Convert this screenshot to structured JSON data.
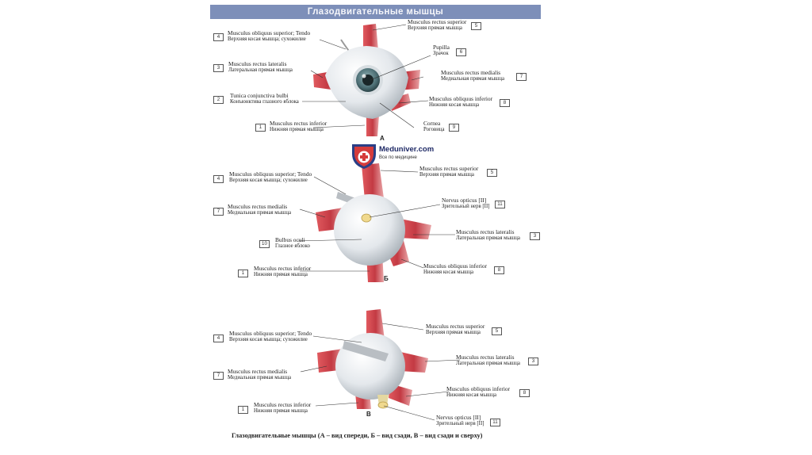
{
  "header": {
    "title": "Глазодвигательные мышцы"
  },
  "logo": {
    "name": "Meduniver.com",
    "tagline": "Все по медицине"
  },
  "caption": "Глазодвигательные мышцы (А – вид спереди, Б – вид сзади, В – вид сзади и сверху)",
  "views": [
    {
      "letter": "А",
      "labels": [
        {
          "num": "5",
          "lat": "Musculus rectus superior",
          "rus": "Верхняя прямая мышца"
        },
        {
          "num": "4",
          "lat": "Musculus obliquus superior; Tendo",
          "rus": "Верхняя косая мышца; сухожилие"
        },
        {
          "num": "6",
          "lat": "Pupilla",
          "rus": "Зрачок"
        },
        {
          "num": "3",
          "lat": "Musculus rectus lateralis",
          "rus": "Латеральная прямая мышца"
        },
        {
          "num": "7",
          "lat": "Musculus rectus medialis",
          "rus": "Медиальная прямая мышца"
        },
        {
          "num": "2",
          "lat": "Tunica conjunctiva bulbi",
          "rus": "Конъюнктива глазного яблока"
        },
        {
          "num": "8",
          "lat": "Musculus obliquus inferior",
          "rus": "Нижняя косая мышца"
        },
        {
          "num": "9",
          "lat": "Cornea",
          "rus": "Роговица"
        },
        {
          "num": "1",
          "lat": "Musculus rectus inferior",
          "rus": "Нижняя прямая мышца"
        }
      ]
    },
    {
      "letter": "Б",
      "labels": [
        {
          "num": "4",
          "lat": "Musculus obliquus superior; Tendo",
          "rus": "Верхняя косая мышца; сухожилие"
        },
        {
          "num": "5",
          "lat": "Musculus rectus superior",
          "rus": "Верхняя прямая мышца"
        },
        {
          "num": "11",
          "lat": "Nervus opticus [II]",
          "rus": "Зрительный нерв [II]"
        },
        {
          "num": "7",
          "lat": "Musculus rectus medialis",
          "rus": "Медиальная прямая мышца"
        },
        {
          "num": "3",
          "lat": "Musculus rectus lateralis",
          "rus": "Латеральная прямая мышца"
        },
        {
          "num": "10",
          "lat": "Bulbus oculi",
          "rus": "Глазное яблоко"
        },
        {
          "num": "8",
          "lat": "Musculus obliquus inferior",
          "rus": "Нижняя косая мышца"
        },
        {
          "num": "1",
          "lat": "Musculus rectus inferior",
          "rus": "Нижняя прямая мышца"
        }
      ]
    },
    {
      "letter": "В",
      "labels": [
        {
          "num": "5",
          "lat": "Musculus rectus superior",
          "rus": "Верхняя прямая мышца"
        },
        {
          "num": "4",
          "lat": "Musculus obliquus superior; Tendo",
          "rus": "Верхняя косая мышца; сухожилие"
        },
        {
          "num": "3",
          "lat": "Musculus rectus lateralis",
          "rus": "Латеральная прямая мышца"
        },
        {
          "num": "7",
          "lat": "Musculus rectus medialis",
          "rus": "Медиальная прямая мышца"
        },
        {
          "num": "8",
          "lat": "Musculus obliquus inferior",
          "rus": "Нижняя косая мышца"
        },
        {
          "num": "1",
          "lat": "Musculus rectus inferior",
          "rus": "Нижняя прямая мышца"
        },
        {
          "num": "11",
          "lat": "Nervus opticus [II]",
          "rus": "Зрительный нерв [II]"
        }
      ]
    }
  ],
  "colors": {
    "muscle": "#c8424a",
    "sclera": "#e9ecef",
    "iris": "#4d6f75",
    "header": "#7d8fb9"
  }
}
